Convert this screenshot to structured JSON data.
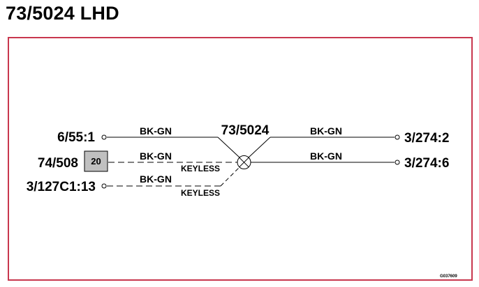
{
  "title": "73/5024 LHD",
  "splice": {
    "label": "73/5024"
  },
  "connectors": {
    "left_top": "6/55:1",
    "left_mid": "74/508",
    "left_bottom": "3/127C1:13",
    "right_top": "3/274:2",
    "right_bottom": "3/274:6"
  },
  "fuse": {
    "label": "20"
  },
  "wires": {
    "left_top": "BK-GN",
    "left_mid": "BK-GN",
    "left_bottom": "BK-GN",
    "right_top": "BK-GN",
    "right_bottom": "BK-GN"
  },
  "option_labels": {
    "mid": "KEYLESS",
    "bottom": "KEYLESS"
  },
  "figure_code": "G037609",
  "colors": {
    "frame": "#c8374e",
    "fuse_fill": "#c0c0c0"
  }
}
